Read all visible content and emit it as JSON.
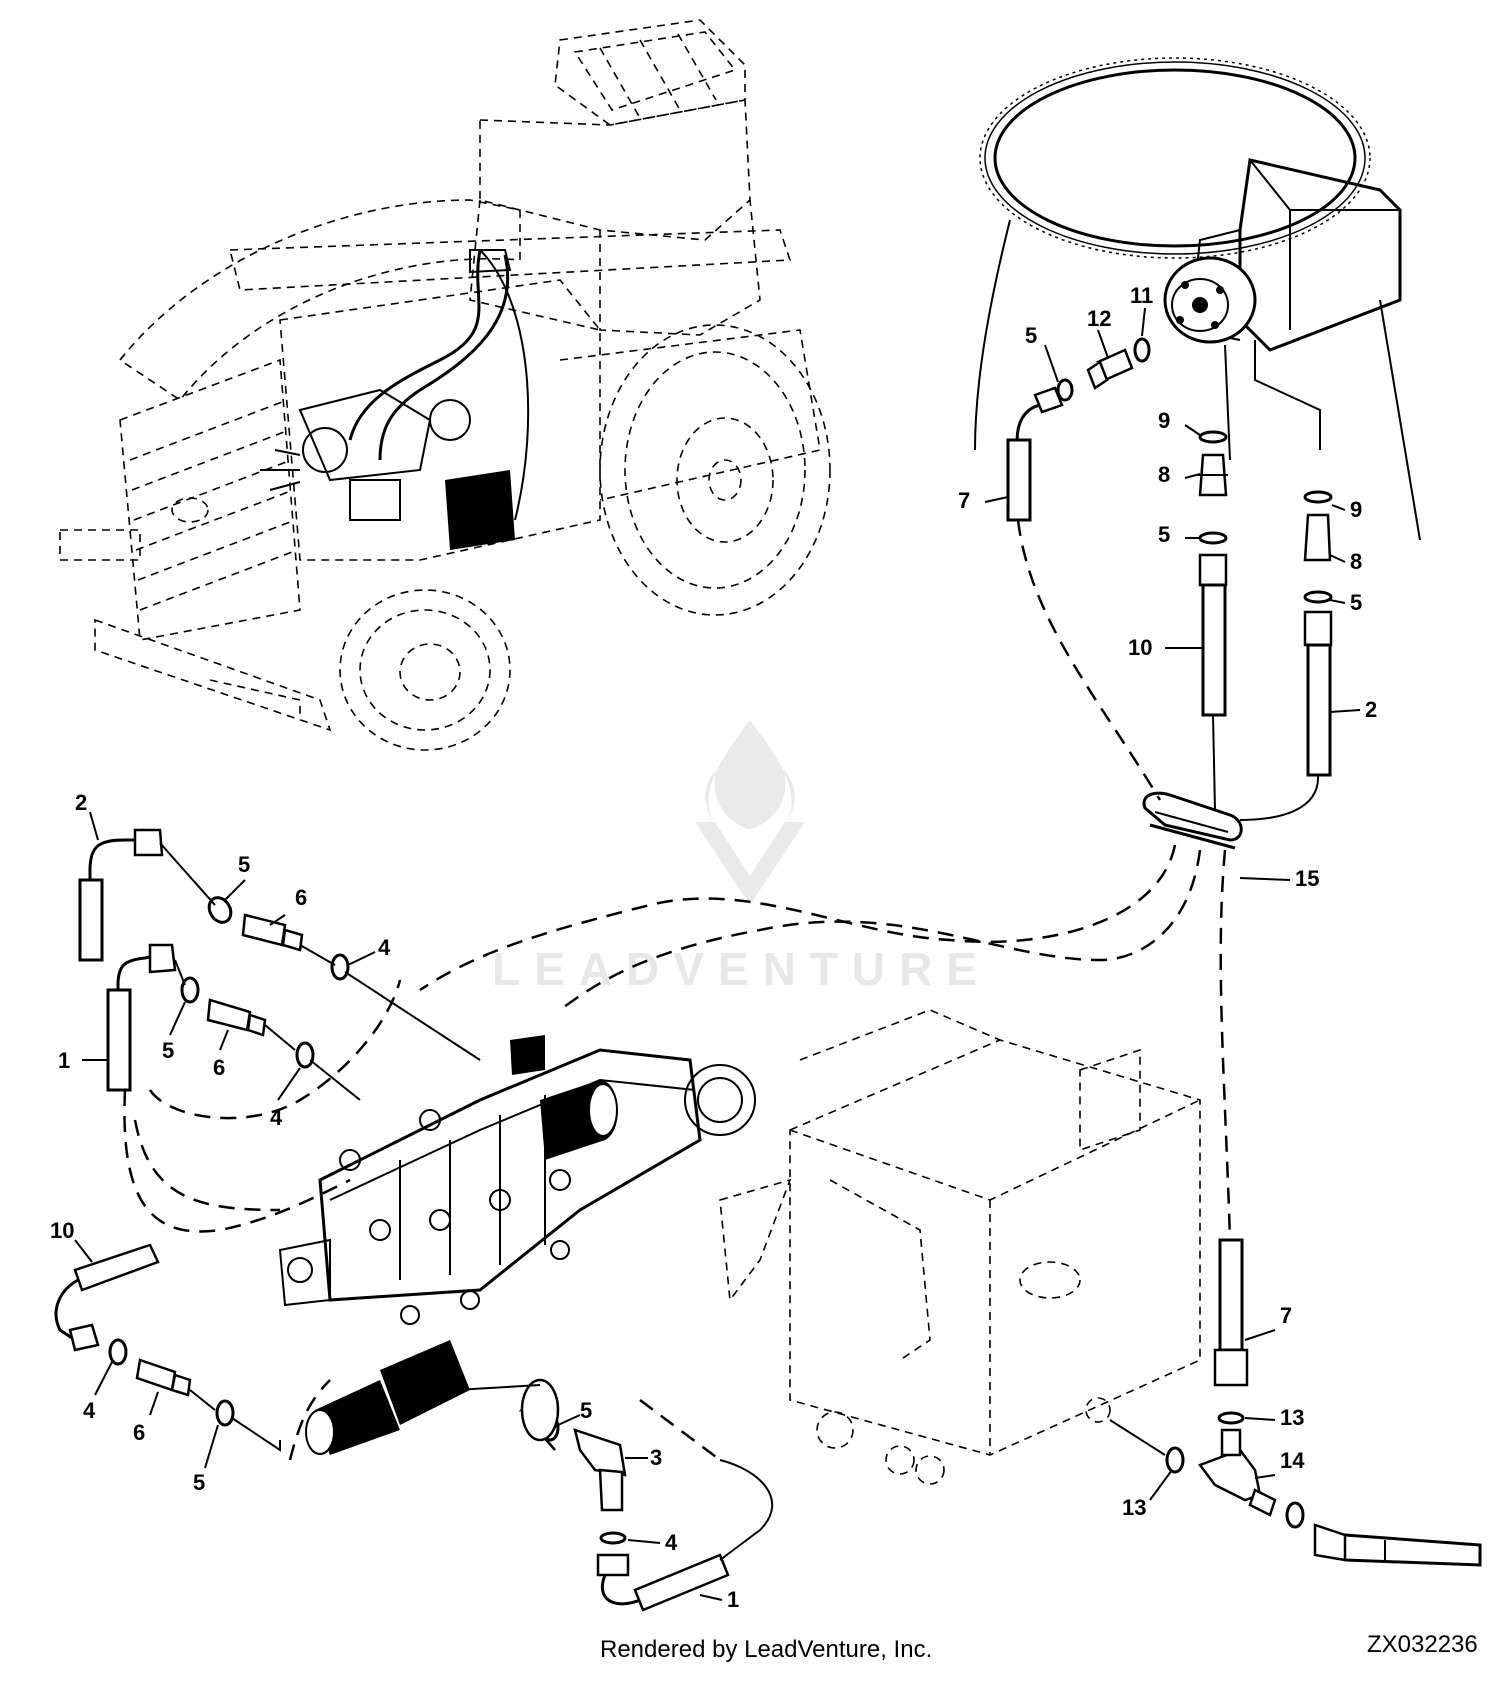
{
  "footer": {
    "credit": "Rendered by LeadVenture, Inc.",
    "figure_code": "ZX032236"
  },
  "watermark": {
    "text": "LEADVENTURE"
  },
  "callouts": {
    "c11": "11",
    "c12": "12",
    "c5a": "5",
    "c9a": "9",
    "c8a": "8",
    "c5b": "5",
    "c7a": "7",
    "c10a": "10",
    "c9b": "9",
    "c8b": "8",
    "c5c": "5",
    "c2a": "2",
    "c15": "15",
    "c2b": "2",
    "c5d": "5",
    "c6a": "6",
    "c4a": "4",
    "c1a": "1",
    "c5e": "5",
    "c6b": "6",
    "c4b": "4",
    "c10b": "10",
    "c4c": "4",
    "c6c": "6",
    "c5f": "5",
    "c5g": "5",
    "c3": "3",
    "c4d": "4",
    "c1b": "1",
    "c7b": "7",
    "c13a": "13",
    "c14": "14",
    "c13b": "13"
  }
}
